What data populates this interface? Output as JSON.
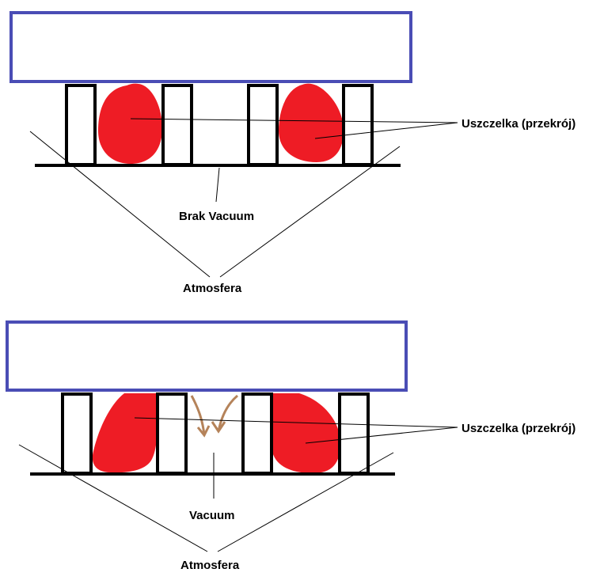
{
  "colors": {
    "frame": "#4a4db5",
    "seal": "#ee1c25",
    "line": "#000000",
    "arrow": "#b5835a",
    "background": "#ffffff"
  },
  "top_diagram": {
    "seal_label": "Uszczelka (przekrój)",
    "center_label": "Brak Vacuum",
    "atmosphere_label": "Atmosfera"
  },
  "bottom_diagram": {
    "seal_label": "Uszczelka (przekrój)",
    "center_label": "Vacuum",
    "atmosphere_label": "Atmosfera"
  }
}
